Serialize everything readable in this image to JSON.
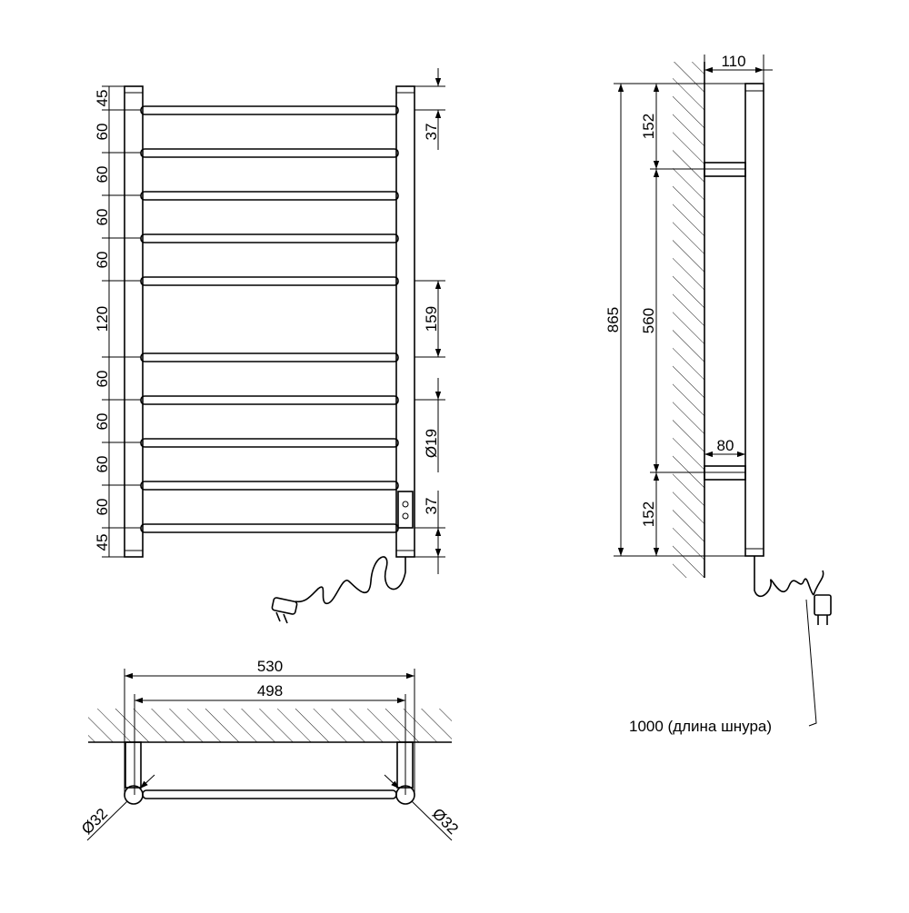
{
  "front_view": {
    "left_dims": [
      "45",
      "60",
      "60",
      "60",
      "60",
      "120",
      "60",
      "60",
      "60",
      "60",
      "45"
    ],
    "right_dims": {
      "top": "37",
      "middle": "159",
      "tube": "Ø19",
      "bottom": "37"
    }
  },
  "side_view": {
    "depth": "110",
    "height": "865",
    "mount_top": "152",
    "mount_spacing": "560",
    "mount_bottom": "152",
    "bracket_depth": "80",
    "cord_label": "1000 (длина шнура)"
  },
  "top_view": {
    "overall_width": "530",
    "axis_width": "498",
    "left_diameter": "Ø32",
    "right_diameter": "Ø32"
  }
}
